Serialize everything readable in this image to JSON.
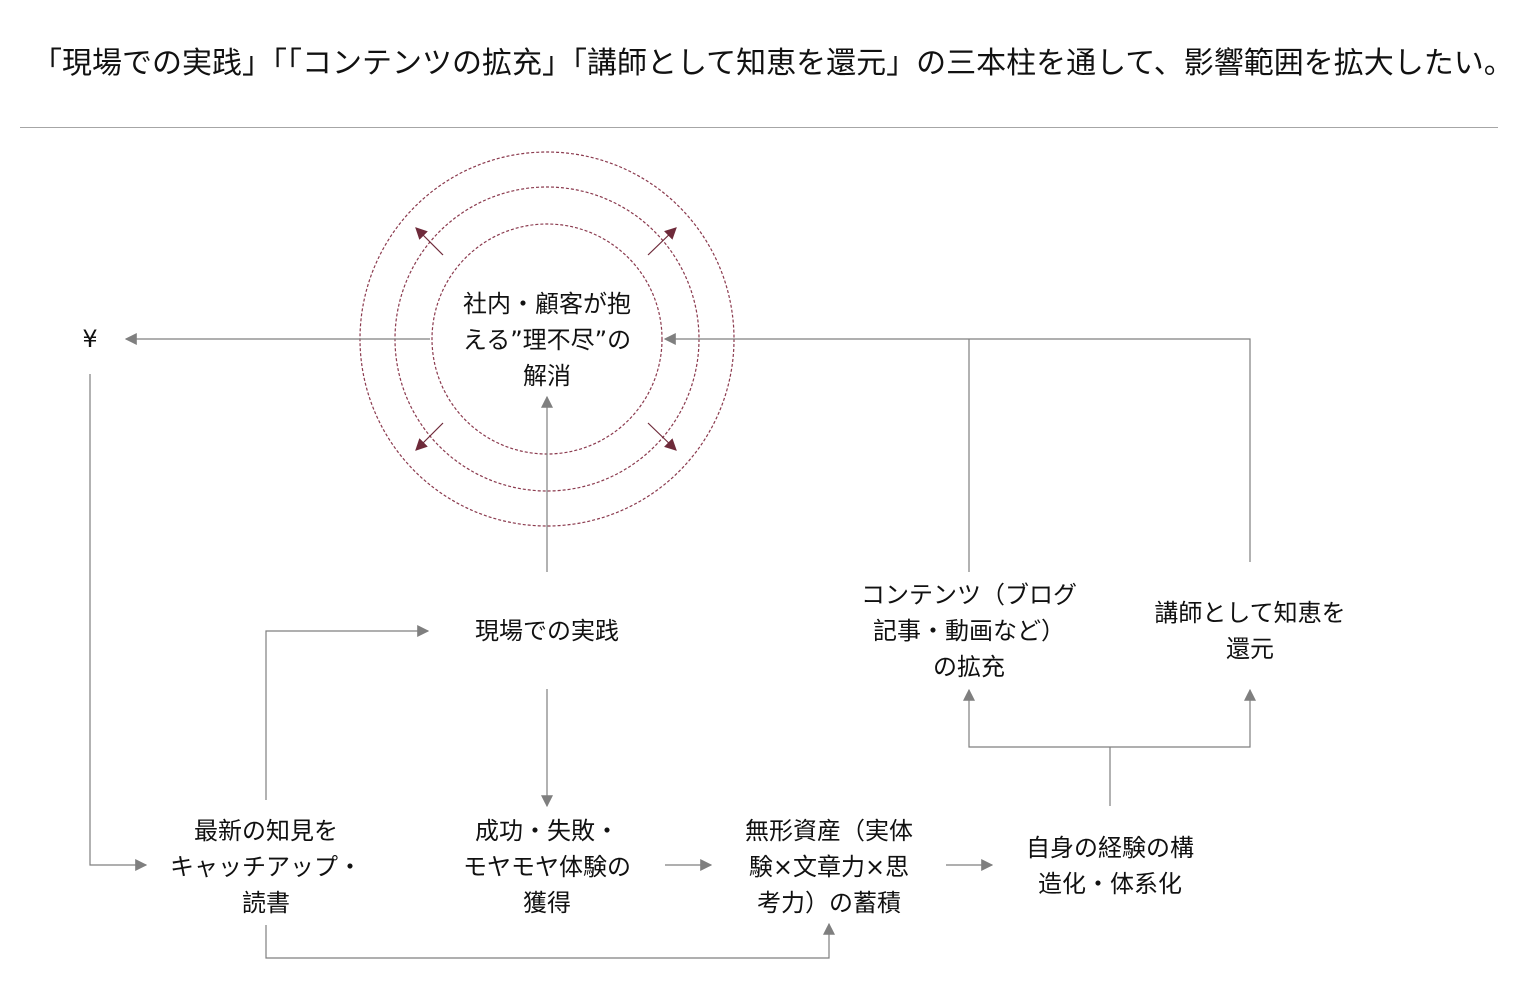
{
  "title": "「現場での実践」「「コンテンツの拡充」「講師として知恵を還元」の三本柱を通して、影響範囲を拡大したい。",
  "colors": {
    "arrow": "#7f7f7f",
    "ring": "#8b3a4e",
    "ring_arrow": "#6e2a3a",
    "rule": "#a6a6a6"
  },
  "nodes": {
    "center": [
      "社内・顧客が抱",
      "える”理不尽”の",
      "解消"
    ],
    "yen": "¥",
    "practice": [
      "現場での実践"
    ],
    "learning": [
      "最新の知見を",
      "キャッチアップ・",
      "読書"
    ],
    "success": [
      "成功・失敗・",
      "モヤモヤ体験の",
      "獲得"
    ],
    "assets": [
      "無形資産（実体",
      "験×文章力×思",
      "考力）の蓄積"
    ],
    "structure": [
      "自身の経験の構",
      "造化・体系化"
    ],
    "content": [
      "コンテンツ（ブログ",
      "記事・動画など）",
      "の拡充"
    ],
    "lecturer": [
      "講師として知恵を",
      "還元"
    ]
  }
}
